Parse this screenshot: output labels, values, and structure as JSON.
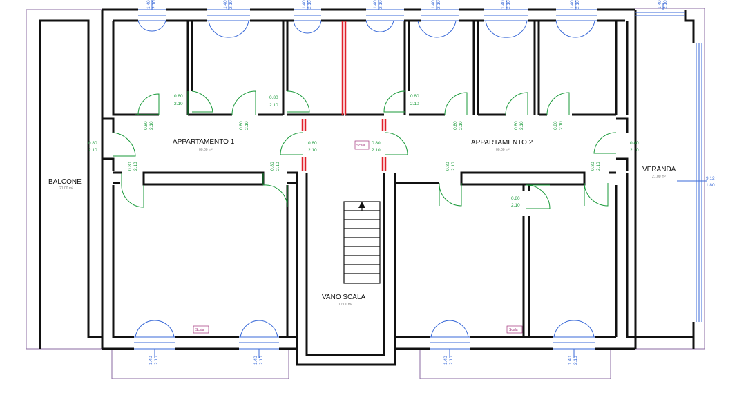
{
  "colors": {
    "wall": "#111111",
    "outline": "#8a6aa0",
    "new_wall": "#e0202a",
    "door": "#1a9a3a",
    "window": "#3a6ad8",
    "tag": "#a0307a"
  },
  "rooms": {
    "balcone": {
      "label": "BALCONE",
      "area": "21,00 m²"
    },
    "appartamento_1": {
      "label": "APPARTAMENTO 1",
      "area": "00,00 m²"
    },
    "appartamento_2": {
      "label": "APPARTAMENTO 2",
      "area": "00,00 m²"
    },
    "veranda": {
      "label": "VERANDA",
      "area": "21,00 m²"
    },
    "vano_scala": {
      "label": "VANO SCALA",
      "area": "12,00 m²"
    }
  },
  "door_dims": {
    "w": "0.80",
    "h": "2.10"
  },
  "window_dims": {
    "w": "1.40",
    "h": "2.10"
  },
  "veranda_dims": {
    "w": "9.12",
    "h": "1.80"
  },
  "tags": {
    "scala": "Scala",
    "scala2": "Scala"
  }
}
